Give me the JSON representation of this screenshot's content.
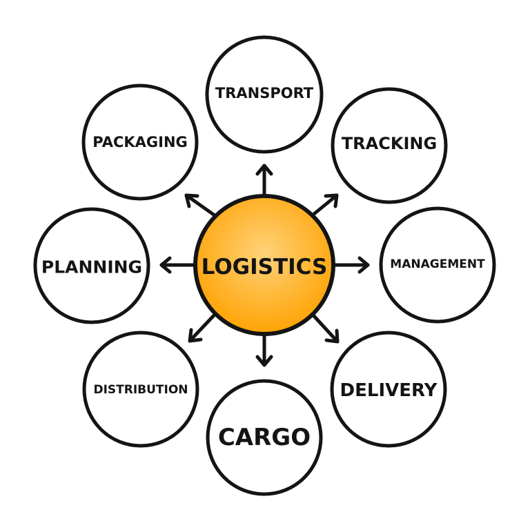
{
  "diagram": {
    "center": {
      "label": "LOGISTICS"
    },
    "nodes": [
      {
        "id": "transport",
        "label": "TRANSPORT"
      },
      {
        "id": "tracking",
        "label": "TRACKING"
      },
      {
        "id": "management",
        "label": "MANAGEMENT"
      },
      {
        "id": "delivery",
        "label": "DELIVERY"
      },
      {
        "id": "cargo",
        "label": "CARGO"
      },
      {
        "id": "distribution",
        "label": "DISTRIBUTION"
      },
      {
        "id": "planning",
        "label": "PLANNING"
      },
      {
        "id": "packaging",
        "label": "PACKAGING"
      }
    ]
  },
  "colors": {
    "center_fill": "#ffa200",
    "center_highlight": "#ffd27a",
    "outline": "#141414",
    "background": "#ffffff"
  }
}
